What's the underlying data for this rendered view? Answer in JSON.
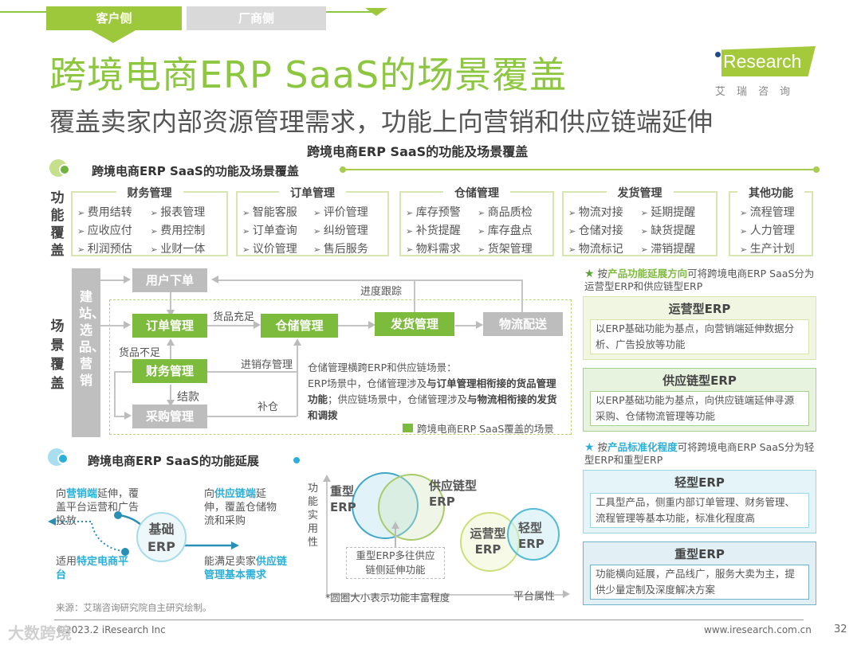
{
  "tabs": [
    {
      "label": "客户侧",
      "active": true
    },
    {
      "label": "厂商侧",
      "active": false
    }
  ],
  "title": "跨境电商ERP SaaS的场景覆盖",
  "subtitle": "覆盖卖家内部资源管理需求，功能上向营销和供应链端延伸",
  "chart_title": "跨境电商ERP SaaS的功能及场景覆盖",
  "logo": {
    "text": "Research",
    "cn": "艾瑞咨询"
  },
  "colors": {
    "green": "#8dc63f",
    "node_green": "#7dbb3c",
    "gray": "#bdbdbd",
    "blue": "#2ab0d8"
  },
  "section1": {
    "title": "跨境电商ERP SaaS的功能及场景覆盖",
    "function_label": "功能覆盖",
    "scene_label": "场景覆盖"
  },
  "function_groups": [
    {
      "title": "财务管理",
      "items": [
        "费用结转",
        "报表管理",
        "应收应付",
        "费用控制",
        "利润预估",
        "业财一体"
      ]
    },
    {
      "title": "订单管理",
      "items": [
        "智能客服",
        "评价管理",
        "订单查询",
        "纠纷管理",
        "议价管理",
        "售后服务"
      ]
    },
    {
      "title": "仓储管理",
      "items": [
        "库存预警",
        "商品质检",
        "补货提醒",
        "库存盘点",
        "物料需求",
        "货架管理"
      ]
    },
    {
      "title": "发货管理",
      "items": [
        "物流对接",
        "延期提醒",
        "仓储对接",
        "缺货提醒",
        "物流标记",
        "滞销提醒"
      ]
    },
    {
      "title": "其他功能",
      "items": [
        "流程管理",
        "人力管理",
        "生产计划"
      ]
    }
  ],
  "flow": {
    "side_bar": "建站、选品、营销",
    "nodes": {
      "user_order": "用户下单",
      "order_mgmt": "订单管理",
      "warehouse_mgmt": "仓储管理",
      "shipping_mgmt": "发货管理",
      "logistics": "物流配送",
      "finance_mgmt": "财务管理",
      "purchase_mgmt": "采购管理"
    },
    "labels": {
      "sufficient": "货品充足",
      "insufficient": "货品不足",
      "progress": "进度跟踪",
      "inventory": "进销存管理",
      "settle": "结款",
      "restock": "补仓"
    },
    "note_title": "仓储管理横跨ERP和供应链场景：",
    "note_p1": "ERP场景中，仓储管理涉及",
    "note_b1": "与订单管理相衔接的货品管理功能",
    "note_p2": "；供应链场景中，仓储管理涉及",
    "note_b2": "与物流相衔接的发货和调拨",
    "legend": "跨境电商ERP SaaS覆盖的场景"
  },
  "right": {
    "note1_pre": "按",
    "note1_hl": "产品功能延展方向",
    "note1_post": "可将跨境电商ERP  SaaS分为运营型ERP和供应链型ERP",
    "box1": {
      "title": "运营型ERP",
      "body": "以ERP基础功能为基点，向营销端延伸数据分析、广告投放等功能"
    },
    "box2": {
      "title": "供应链型ERP",
      "body": "以ERP基础功能为基点，向供应链端延伸寻源采购、仓储物流管理等功能"
    },
    "note2_pre": "按",
    "note2_hl": "产品标准化程度",
    "note2_post": "可将跨境电商ERP  SaaS分为轻型ERP和重型ERP",
    "box3": {
      "title": "轻型ERP",
      "body": "工具型产品，侧重内部订单管理、财务管理、流程管理等基本功能，标准化程度高"
    },
    "box4": {
      "title": "重型ERP",
      "body": "功能横向延展，产品线广，服务大卖为主，提供少量定制及深度解决方案"
    }
  },
  "section2": {
    "title": "跨境电商ERP SaaS的功能延展",
    "center": "基础ERP",
    "tl_pre": "向",
    "tl_hl": "营销端",
    "tl_post": "延伸，覆盖平台运营和广告投放",
    "bl_pre": "适用",
    "bl_hl": "特定电商平台",
    "tr_pre": "向",
    "tr_hl": "供应链端",
    "tr_post": "延伸，覆盖仓储物流和采购",
    "br_pre": "能满足卖家",
    "br_hl": "供应链管理基本需求"
  },
  "venn": {
    "y_axis": "功能实用性",
    "x_axis": "平台属性",
    "circles": [
      "重型ERP",
      "供应链型ERP",
      "运营型ERP",
      "轻型ERP"
    ],
    "callout": "重型ERP多往供应链侧延伸功能",
    "footnote": "*圆圈大小表示功能丰富程度"
  },
  "source": "来源：艾瑞咨询研究院自主研究绘制。",
  "footer": {
    "copyright": "©2023.2 iResearch Inc",
    "url": "www.iresearch.com.cn",
    "page": "32",
    "watermark": "大数跨境"
  }
}
